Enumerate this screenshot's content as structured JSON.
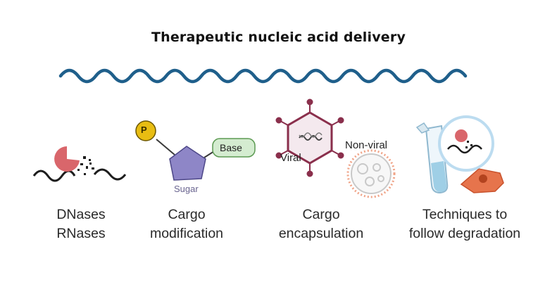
{
  "title": "Therapeutic nucleic acid delivery",
  "panels": {
    "dnases": {
      "line1": "DNases",
      "line2": "RNases"
    },
    "modification": {
      "line1": "Cargo",
      "line2": "modification",
      "phosphate_label": "P",
      "base_label": "Base",
      "sugar_label": "Sugar"
    },
    "encapsulation": {
      "line1": "Cargo",
      "line2": "encapsulation",
      "viral_label": "Viral",
      "nonviral_label": "Non-viral"
    },
    "techniques": {
      "line1": "Techniques to",
      "line2": "follow degradation"
    }
  },
  "colors": {
    "strand": "#1f5f8b",
    "enzyme": "#d9666b",
    "phosphate": "#e8bd12",
    "base": "#d4ecd0",
    "sugar": "#8e86c7",
    "virus": "#8a2f4c",
    "vesicle": "#f0a488",
    "cell": "#e6744c",
    "tube": "#9fcfe6"
  }
}
